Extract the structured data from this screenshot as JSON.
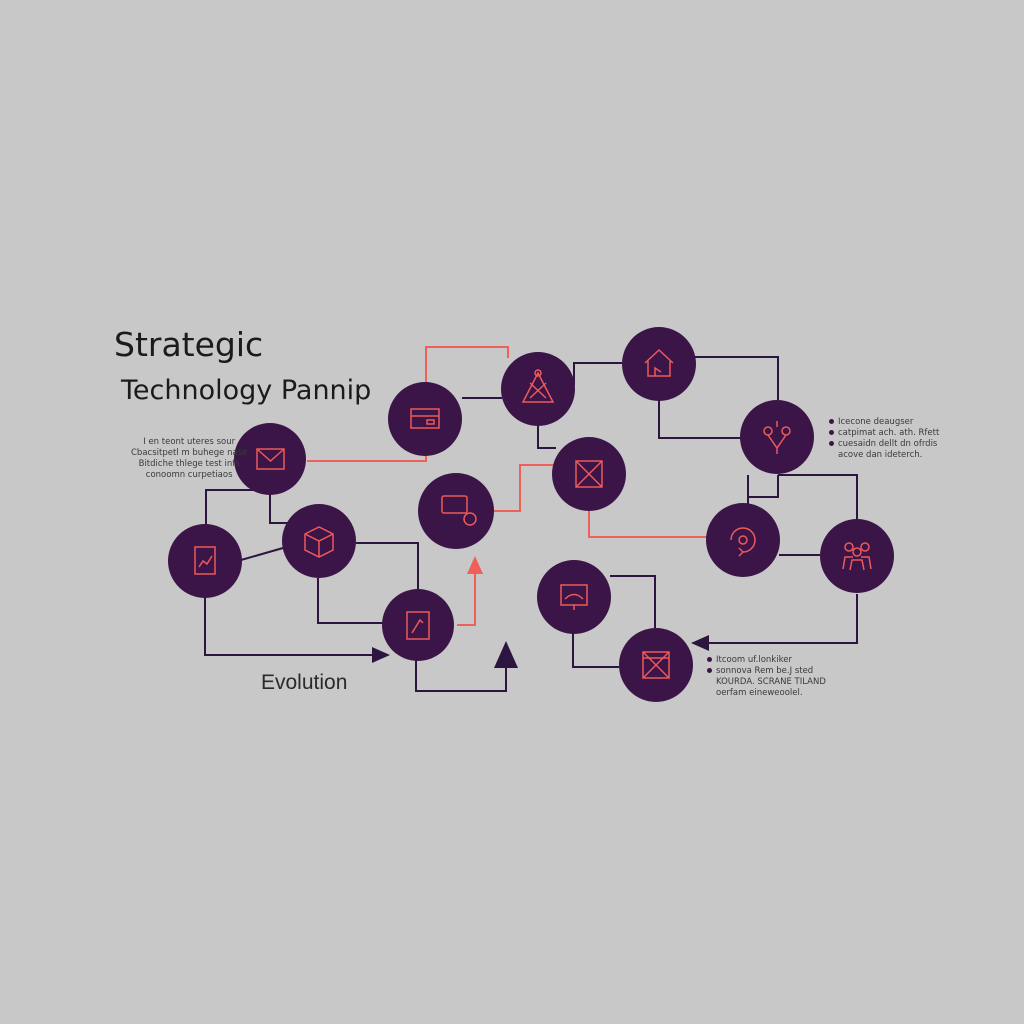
{
  "title": {
    "line1": "Strategic",
    "line2": "Technology Pannip"
  },
  "evolution_label": "Evolution",
  "notes": {
    "left": [
      "I en teont uteres sour",
      "Cbacsitpetl m buhege nase",
      "Bitdiche thlege test infs",
      "conoomn curpetiaos"
    ],
    "right": [
      "Icecone deaugser",
      "catpimat ach. ath. Rfett",
      "cuesaidn dellt dn ofrdis",
      "acove dan ideterch."
    ],
    "bottom": [
      "Itcoom uf.lonkiker",
      "sonnova Rem be.J sted",
      "KOURDA. SCRANE TILAND",
      "oerfam eineweoolel."
    ]
  },
  "colors": {
    "background": "#c9c8c8",
    "node_fill": "#3b1547",
    "connector_dark": "#2c1640",
    "connector_accent": "#f0605a",
    "icon_stroke": "#ec5a5a"
  },
  "nodes": [
    {
      "id": "n-email",
      "icon": "envelope-icon"
    },
    {
      "id": "n-card",
      "icon": "card-icon"
    },
    {
      "id": "n-alert",
      "icon": "warning-triangle-icon"
    },
    {
      "id": "n-home",
      "icon": "house-icon"
    },
    {
      "id": "n-cube",
      "icon": "cube-icon"
    },
    {
      "id": "n-chart",
      "icon": "chart-document-icon"
    },
    {
      "id": "n-chat",
      "icon": "chat-icon"
    },
    {
      "id": "n-box-x",
      "icon": "crossed-box-icon"
    },
    {
      "id": "n-branch",
      "icon": "branch-icon"
    },
    {
      "id": "n-cycle",
      "icon": "cycle-icon"
    },
    {
      "id": "n-people",
      "icon": "people-icon"
    },
    {
      "id": "n-doc",
      "icon": "document-edit-icon"
    },
    {
      "id": "n-screen",
      "icon": "monitor-icon"
    },
    {
      "id": "n-box-x2",
      "icon": "crossed-box-icon"
    }
  ]
}
